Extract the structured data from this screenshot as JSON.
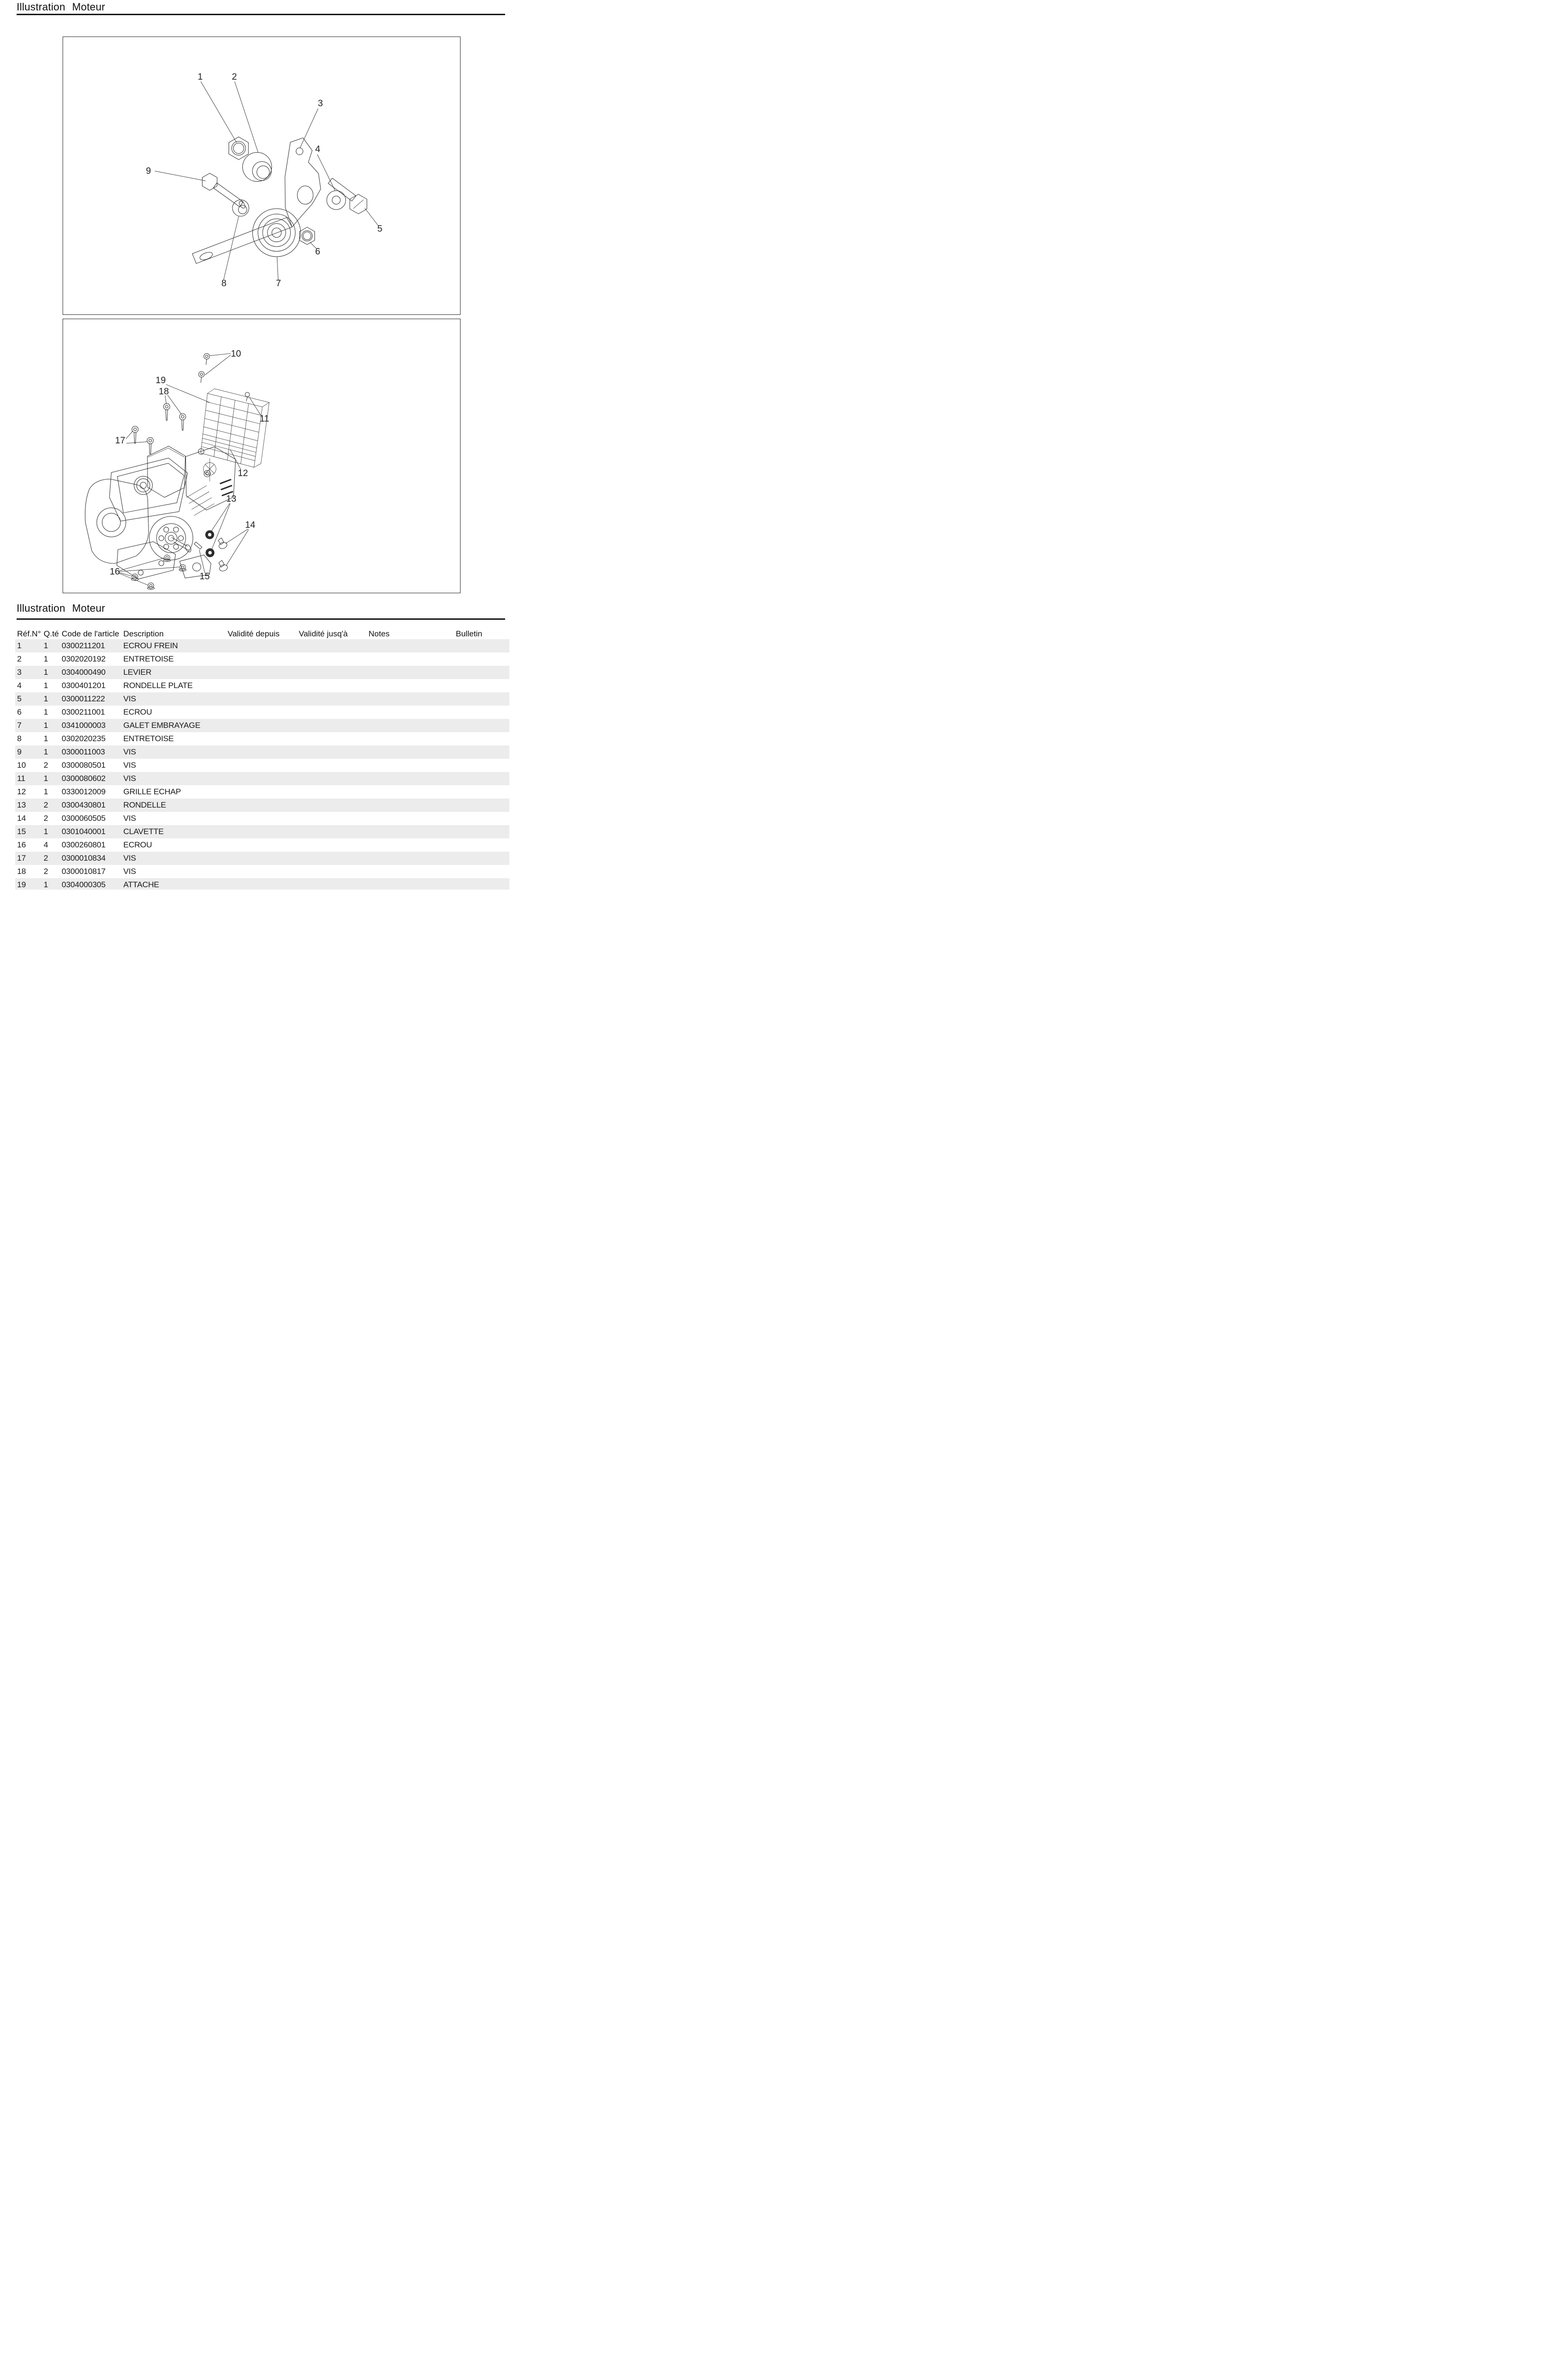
{
  "page": {
    "title_top": "Illustration Moteur",
    "title_table": "Illustration Moteur"
  },
  "colors": {
    "rule": "#171717",
    "frame_border": "#2e2e2e",
    "drawing_stroke": "#2e2e2e",
    "row_alternate": "#ececec",
    "text": "#1a1a1a"
  },
  "callouts": {
    "c1": "1",
    "c2": "2",
    "c3": "3",
    "c4": "4",
    "c5": "5",
    "c6": "6",
    "c7": "7",
    "c8": "8",
    "c9": "9",
    "c10": "10",
    "c11": "11",
    "c12": "12",
    "c13": "13",
    "c14": "14",
    "c15": "15",
    "c16": "16",
    "c17": "17",
    "c18": "18",
    "c19": "19"
  },
  "table": {
    "headers": {
      "ref": "Réf.N°",
      "qty": "Q.té",
      "code": "Code de l'article",
      "desc": "Description",
      "valid_from": "Validité depuis",
      "valid_to": "Validité jusq'à",
      "notes": "Notes",
      "bulletin": "Bulletin"
    },
    "rows": [
      {
        "ref": "1",
        "qty": "1",
        "code": "0300211201",
        "desc": "ECROU FREIN"
      },
      {
        "ref": "2",
        "qty": "1",
        "code": "0302020192",
        "desc": "ENTRETOISE"
      },
      {
        "ref": "3",
        "qty": "1",
        "code": "0304000490",
        "desc": "LEVIER"
      },
      {
        "ref": "4",
        "qty": "1",
        "code": "0300401201",
        "desc": "RONDELLE PLATE"
      },
      {
        "ref": "5",
        "qty": "1",
        "code": "0300011222",
        "desc": "VIS"
      },
      {
        "ref": "6",
        "qty": "1",
        "code": "0300211001",
        "desc": "ECROU"
      },
      {
        "ref": "7",
        "qty": "1",
        "code": "0341000003",
        "desc": "GALET EMBRAYAGE"
      },
      {
        "ref": "8",
        "qty": "1",
        "code": "0302020235",
        "desc": "ENTRETOISE"
      },
      {
        "ref": "9",
        "qty": "1",
        "code": "0300011003",
        "desc": "VIS"
      },
      {
        "ref": "10",
        "qty": "2",
        "code": "0300080501",
        "desc": "VIS"
      },
      {
        "ref": "11",
        "qty": "1",
        "code": "0300080602",
        "desc": "VIS"
      },
      {
        "ref": "12",
        "qty": "1",
        "code": "0330012009",
        "desc": "GRILLE ECHAP"
      },
      {
        "ref": "13",
        "qty": "2",
        "code": "0300430801",
        "desc": "RONDELLE"
      },
      {
        "ref": "14",
        "qty": "2",
        "code": "0300060505",
        "desc": "VIS"
      },
      {
        "ref": "15",
        "qty": "1",
        "code": "0301040001",
        "desc": "CLAVETTE"
      },
      {
        "ref": "16",
        "qty": "4",
        "code": "0300260801",
        "desc": "ECROU"
      },
      {
        "ref": "17",
        "qty": "2",
        "code": "0300010834",
        "desc": "VIS"
      },
      {
        "ref": "18",
        "qty": "2",
        "code": "0300010817",
        "desc": "VIS"
      },
      {
        "ref": "19",
        "qty": "1",
        "code": "0304000305",
        "desc": "ATTACHE"
      }
    ]
  }
}
